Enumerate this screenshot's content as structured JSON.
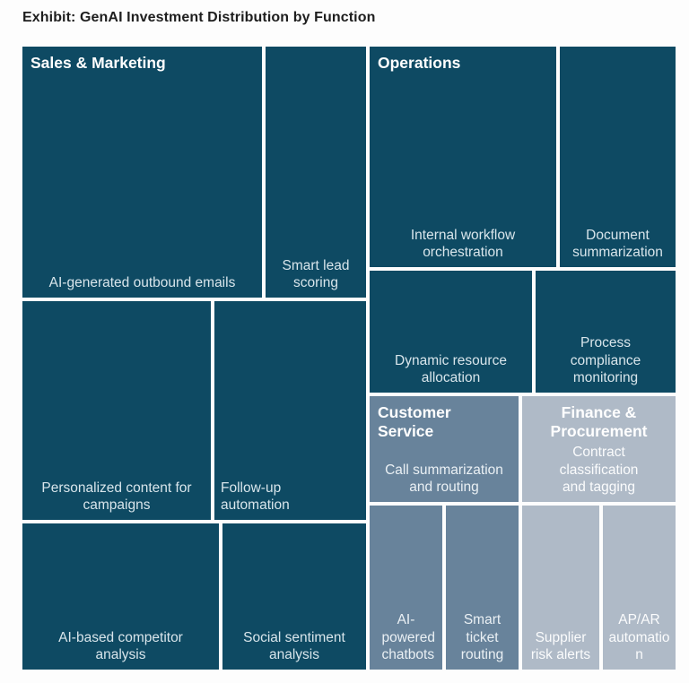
{
  "title": "Exhibit: GenAI Investment Distribution by Function",
  "colors": {
    "group_sales_marketing": "#0e4a63",
    "group_operations": "#0e4a63",
    "group_customer_service": "#68839b",
    "group_finance_procurement": "#afbac7",
    "background": "#fdfdfd",
    "title_text": "#1e1e1e",
    "label_text_on_dark": "#d8e5eb",
    "label_text_on_light": "#fbfcfd"
  },
  "chart_data": {
    "type": "treemap",
    "title": "Exhibit: GenAI Investment Distribution by Function",
    "legend": "none",
    "value_encoding": "tile area; values estimated as % of total treemap area",
    "groups": [
      {
        "name": "Sales & Marketing",
        "color": "#0e4a63",
        "children": [
          {
            "label": "AI-generated outbound emails",
            "value_pct_est": 15.3
          },
          {
            "label": "Smart lead scoring",
            "value_pct_est": 6.4
          },
          {
            "label": "Personalized content for campaigns",
            "value_pct_est": 10.5
          },
          {
            "label": "Follow-up automation",
            "value_pct_est": 8.4
          },
          {
            "label": "AI-based competitor analysis",
            "value_pct_est": 7.3
          },
          {
            "label": "Social sentiment analysis",
            "value_pct_est": 5.3
          }
        ]
      },
      {
        "name": "Operations",
        "color": "#0e4a63",
        "children": [
          {
            "label": "Internal workflow orchestration",
            "value_pct_est": 10.5
          },
          {
            "label": "Document summarization",
            "value_pct_est": 6.5
          },
          {
            "label": "Dynamic resource allocation",
            "value_pct_est": 5.0
          },
          {
            "label": "Process compliance monitoring",
            "value_pct_est": 4.3
          }
        ]
      },
      {
        "name": "Customer Service",
        "color": "#68839b",
        "children": [
          {
            "label": "Call summarization and routing",
            "value_pct_est": 4.0
          },
          {
            "label": "AI-powered chatbots",
            "value_pct_est": 3.0
          },
          {
            "label": "Smart ticket routing",
            "value_pct_est": 3.0
          }
        ]
      },
      {
        "name": "Finance & Procurement",
        "color": "#afbac7",
        "children": [
          {
            "label": "Contract classification and tagging",
            "value_pct_est": 4.1
          },
          {
            "label": "Supplier risk alerts",
            "value_pct_est": 3.2
          },
          {
            "label": "AP/AR automation",
            "value_pct_est": 3.0
          }
        ]
      }
    ]
  }
}
